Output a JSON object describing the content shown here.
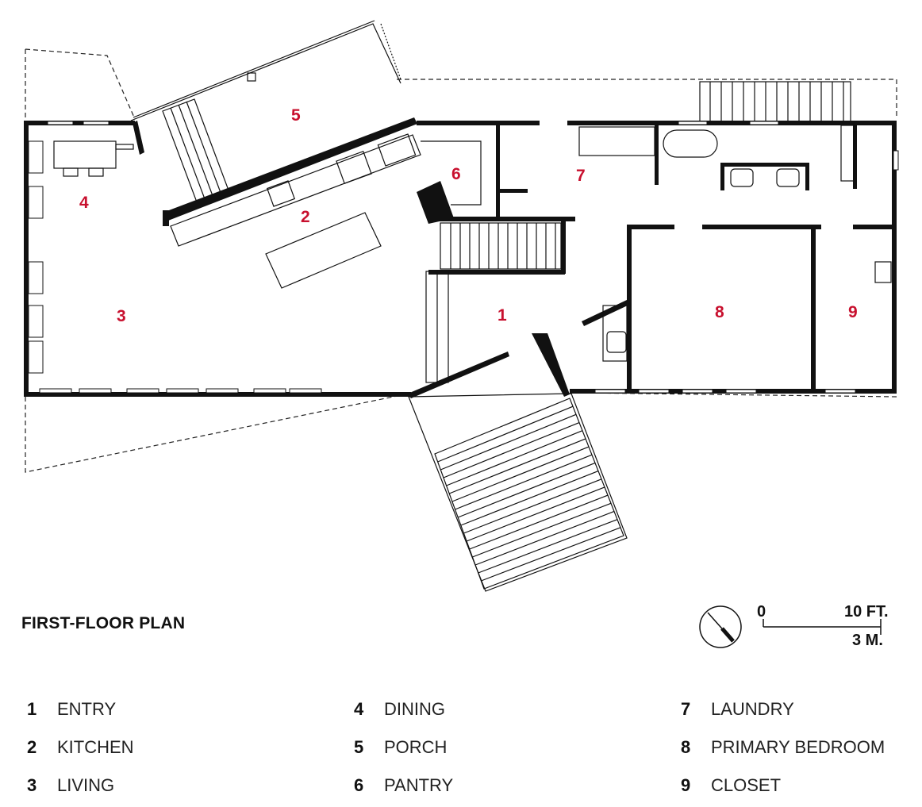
{
  "title": "FIRST-FLOOR PLAN",
  "scale": {
    "zero": "0",
    "feet": "10 FT.",
    "meters": "3 M."
  },
  "rooms": [
    {
      "num": "1",
      "name": "ENTRY"
    },
    {
      "num": "2",
      "name": "KITCHEN"
    },
    {
      "num": "3",
      "name": "LIVING"
    },
    {
      "num": "4",
      "name": "DINING"
    },
    {
      "num": "5",
      "name": "PORCH"
    },
    {
      "num": "6",
      "name": "PANTRY"
    },
    {
      "num": "7",
      "name": "LAUNDRY"
    },
    {
      "num": "8",
      "name": "PRIMARY BEDROOM"
    },
    {
      "num": "9",
      "name": "CLOSET"
    }
  ],
  "colors": {
    "room_number": "#c8102e",
    "walls": "#111111"
  },
  "icons": {
    "north_arrow": "north-arrow-icon"
  }
}
